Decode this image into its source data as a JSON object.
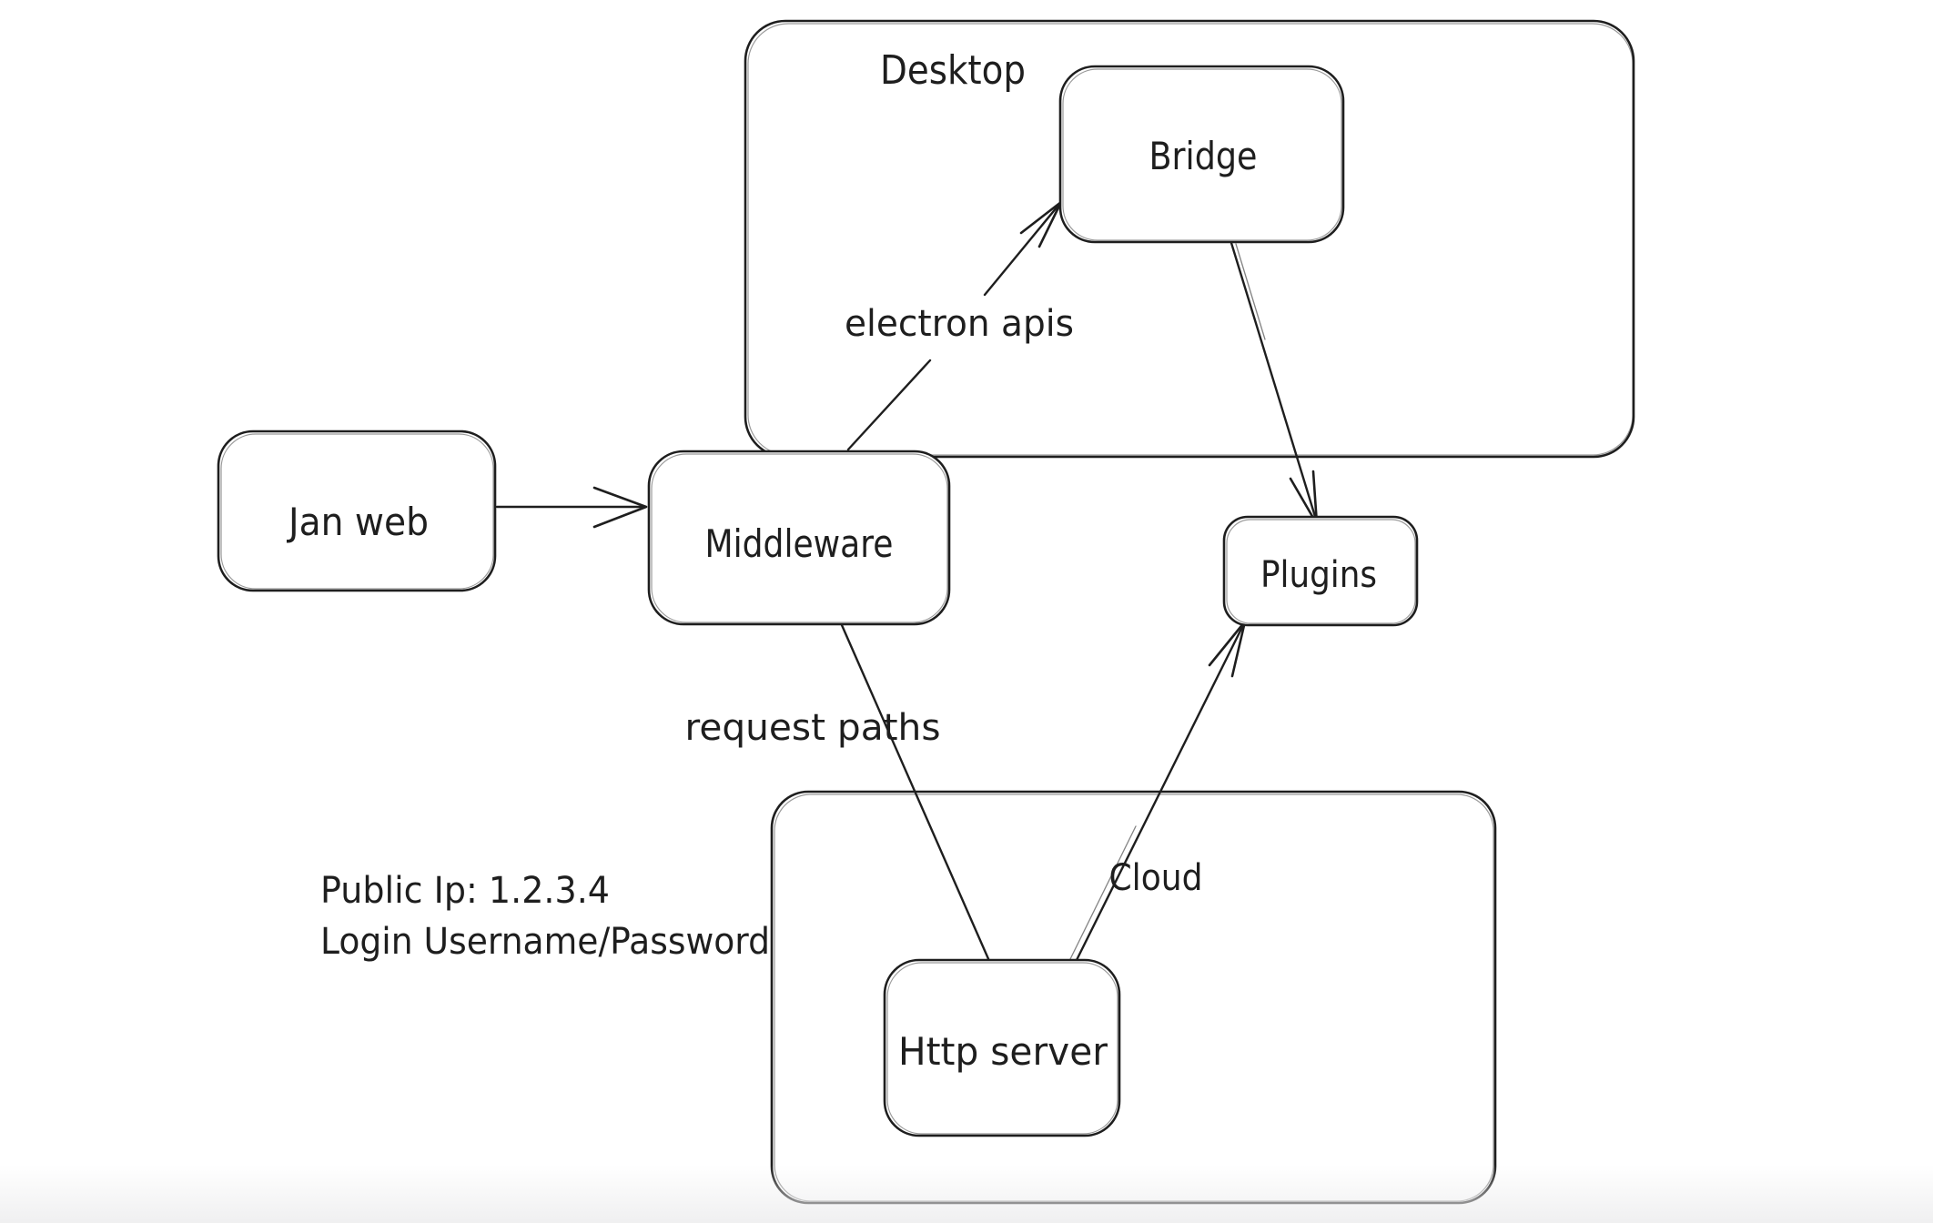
{
  "diagram": {
    "colors": {
      "background": "#ffffff",
      "stroke": "#1e1e1e",
      "bottom_fade": "#ededee"
    },
    "containers": {
      "desktop": {
        "label": "Desktop"
      },
      "cloud": {
        "label": "Cloud"
      }
    },
    "nodes": {
      "jan_web": {
        "label": "Jan web"
      },
      "middleware": {
        "label": "Middleware"
      },
      "bridge": {
        "label": "Bridge"
      },
      "plugins": {
        "label": "Plugins"
      },
      "http_server": {
        "label": "Http server"
      }
    },
    "edge_labels": {
      "electron_apis": "electron apis",
      "request_paths": "request paths"
    },
    "annotations": {
      "public_ip": "Public Ip: 1.2.3.4",
      "login": "Login Username/Password"
    }
  }
}
